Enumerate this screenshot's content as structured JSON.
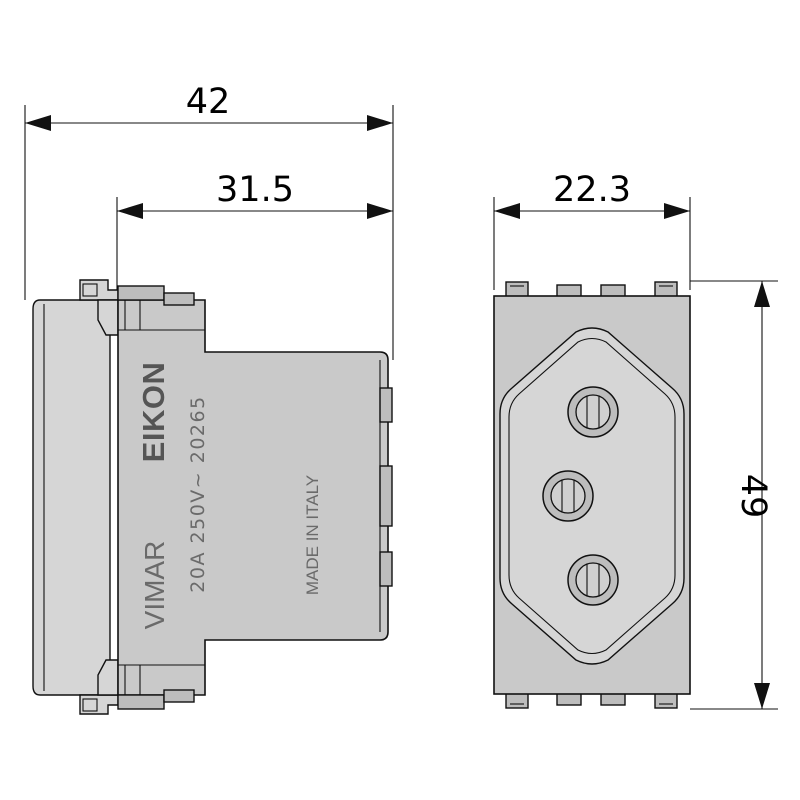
{
  "dimensions": {
    "total_depth": "42",
    "body_depth": "31.5",
    "width": "22.3",
    "height": "49"
  },
  "markings": {
    "brand": "VIMAR",
    "series": "EIKON",
    "rating": "20A  250V~  20265",
    "origin": "MADE IN ITALY"
  },
  "colors": {
    "outline": "#111111",
    "body_fill": "#c9c9c9",
    "print": "#6a6a6a"
  }
}
